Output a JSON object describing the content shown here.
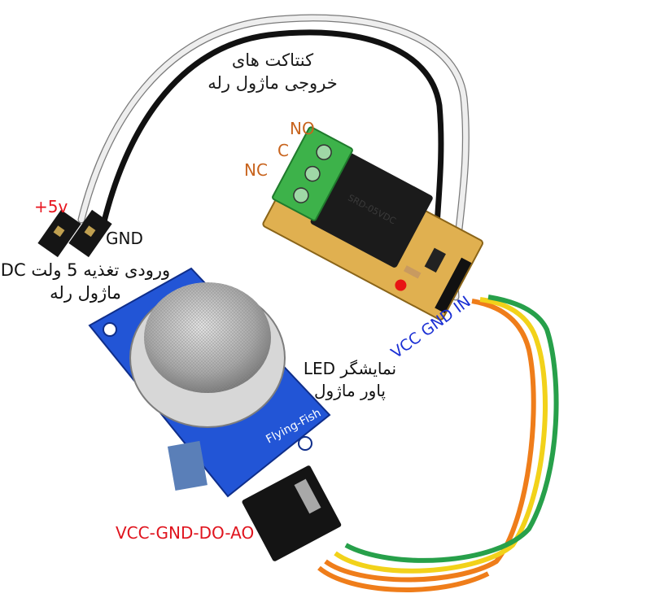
{
  "labels": {
    "relay_contacts": "کنتاکت های خروجی ماژول رله",
    "contact_no": "NO",
    "contact_c": "C",
    "contact_nc": "NC",
    "supply_plus": "+5v",
    "supply_gnd": "GND",
    "power_input": "ورودی تغذیه 5 ولت DC ماژول رله",
    "led_indicator": "نمایشگر LED پاور ماژول",
    "relay_pins": "VCC GND IN",
    "sensor_pins": "VCC-GND-DO-AO"
  },
  "colors": {
    "contact_labels": "#c8641e",
    "supply_plus": "#e8141e",
    "relay_pins": "#1a2fd4",
    "sensor_pins": "#e0141e",
    "relay_pcb": "#e0b050",
    "relay_body": "#1b1b1b",
    "terminal_block": "#3db24a",
    "sensor_pcb": "#2255d6",
    "sensor_mesh": "#c8c8c8",
    "wire_white": "#e8e8e8",
    "wire_black": "#111111",
    "wire_orange": "#ef7d1a",
    "wire_yellow": "#f2d21a",
    "wire_green": "#27a04a"
  },
  "board_text": {
    "relay_model": "SRD-05VDC",
    "sensor_brand": "Flying-Fish"
  }
}
